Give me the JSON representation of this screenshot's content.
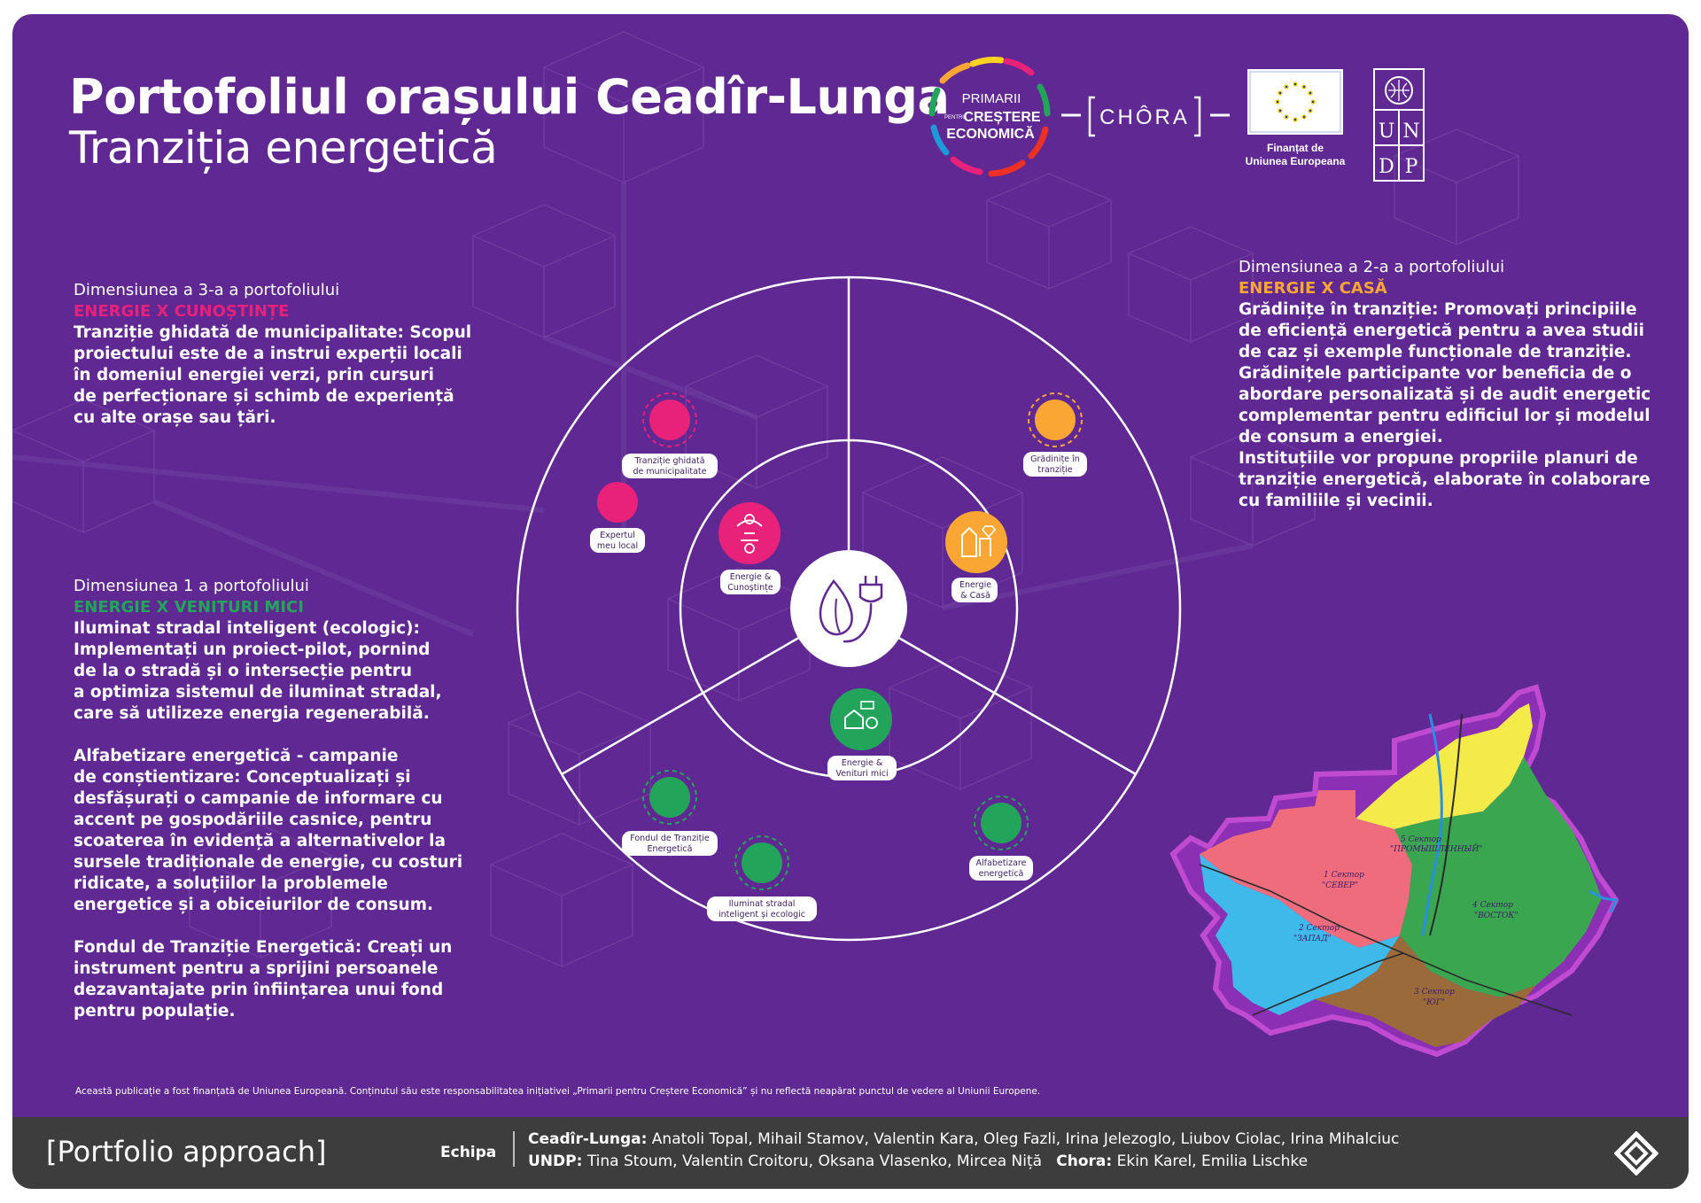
{
  "title": {
    "line1": "Portofoliul orașului Ceadîr-Lunga",
    "line2": "Tranziția energetică"
  },
  "logos": {
    "primarii": [
      "PRIMARII",
      "PENTRU",
      "CREȘTERE",
      "ECONOMICĂ"
    ],
    "chora": "CHÔRA",
    "eu_caption": [
      "Finanțat de",
      "Uniunea Europeana"
    ],
    "undp": [
      "U",
      "N",
      "D",
      "P"
    ]
  },
  "colors": {
    "background": "#5f2892",
    "cunostinte": "#e8217a",
    "casa": "#f9a634",
    "venituri": "#22a55b",
    "footer": "#3d3d3d"
  },
  "dimension3": {
    "label": "Dimensiunea a 3-a a portofoliului",
    "tag": "ENERGIE X CUNOȘTINȚE",
    "body": "Tranziție ghidată de municipalitate: Scopul\nproiectului este de a instrui experții locali\nîn domeniul energiei verzi, prin cursuri\nde perfecționare și schimb de experiență\ncu alte orașe sau țări."
  },
  "dimension2": {
    "label": "Dimensiunea a 2-a a portofoliului",
    "tag": "ENERGIE X CASĂ",
    "body": "Grădinițe în tranziție: Promovați principiile\nde eficiență energetică pentru a avea studii\nde caz și exemple funcționale de tranziție.\nGrădinițele participante vor beneficia de o\nabordare personalizată și de audit energetic\ncomplementar pentru edificiul lor și modelul\nde consum a energiei.\nInstituțiile vor propune propriile planuri de\ntranziție energetică, elaborate în colaborare\ncu familiile și vecinii."
  },
  "dimension1": {
    "label": "Dimensiunea 1 a portofoliului",
    "tag": "ENERGIE X VENITURI MICI",
    "paragraphs": [
      "Iluminat stradal inteligent (ecologic):\nImplementați un proiect-pilot, pornind\nde la o stradă și o intersecție pentru\na optimiza sistemul de iluminat stradal,\ncare să utilizeze energia regenerabilă.",
      "Alfabetizare energetică - campanie\nde conștientizare: Conceptualizați și\ndesfășurați o campanie de informare cu\naccent pe gospodăriile casnice, pentru\nscoaterea în evidență a alternativelor la\nsursele tradiționale de energie, cu costuri\nridicate, a soluțiilor la problemele\nenergetice și a obiceiurilor de consum.",
      "Fondul de Tranziție Energetică: Creați un\ninstrument pentru a sprijini persoanele\ndezavantajate prin înființarea unui fond\npentru populație."
    ]
  },
  "wheel": {
    "hubs": {
      "cunostinte": [
        "Energie &",
        "Cunoștințe"
      ],
      "casa": [
        "Energie",
        "& Casă"
      ],
      "venituri": [
        "Energie &",
        "Venituri mici"
      ]
    },
    "projects": {
      "tranzitie_ghidata": [
        "Tranziție ghidată",
        "de municipalitate"
      ],
      "expertul": [
        "Expertul",
        "meu local"
      ],
      "gradinite": [
        "Grădinițe în",
        "tranziție"
      ],
      "fondul": [
        "Fondul de Tranziție",
        "Energetică"
      ],
      "iluminat": [
        "Iluminat stradal",
        "inteligent și ecologic"
      ],
      "alfabetizare": [
        "Alfabetizare",
        "energetică"
      ]
    }
  },
  "map": {
    "sectors": {
      "sever": [
        "1 Сектор",
        "\"СЕВЕР\""
      ],
      "zapad": [
        "2 Сектор",
        "\"ЗАПАД\""
      ],
      "iug": [
        "3 Сектор",
        "\"ЮГ\""
      ],
      "vostok": [
        "4 Сектор",
        "\"ВОСТОК\""
      ],
      "promyshlenny": [
        "5 Сектор",
        "\"ПРОМЫШЛЕННЫЙ\""
      ]
    }
  },
  "disclaimer": "Această publicație a fost finanțată de Uniunea Europeană. Conținutul său este responsabilitatea inițiativei „Primarii pentru Creștere Economică” și nu reflectă neapărat punctul de vedere al Uniunii Europene.",
  "footer": {
    "brand": "[Portfolio approach]",
    "team_label": "Echipa",
    "ceadir_label": "Ceadîr-Lunga:",
    "ceadir_names": "Anatoli Topal, Mihail Stamov, Valentin  Kara, Oleg Fazli, Irina Jelezoglo, Liubov Ciolac, Irina Mihalciuc",
    "undp_label": "UNDP:",
    "undp_names": "Tina Stoum, Valentin Croitoru, Oksana Vlasenko, Mircea Niță",
    "chora_label": "Chora:",
    "chora_names": "Ekin Karel, Emilia Lischke"
  }
}
